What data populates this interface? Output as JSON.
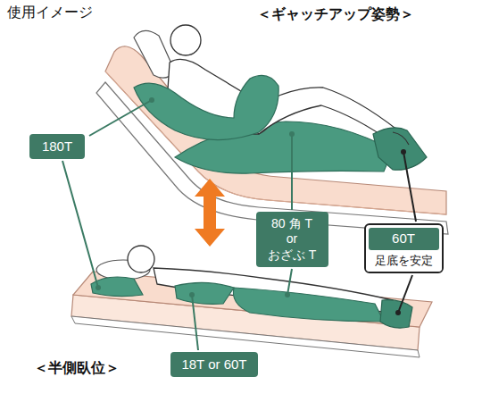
{
  "diagram": {
    "nodes": [
      {
        "text": [
          "180T"
        ]
      },
      {
        "text": [
          "80 角 T or おざぶ T"
        ]
      },
      {
        "text": [
          "60T",
          "足底を安定"
        ]
      },
      {
        "text": [
          "18T or 60T"
        ]
      }
    ],
    "labels": [
      "使用イメージ",
      "＜ギャッチアップ姿勢＞",
      "＜半側臥位＞"
    ]
  }
}
